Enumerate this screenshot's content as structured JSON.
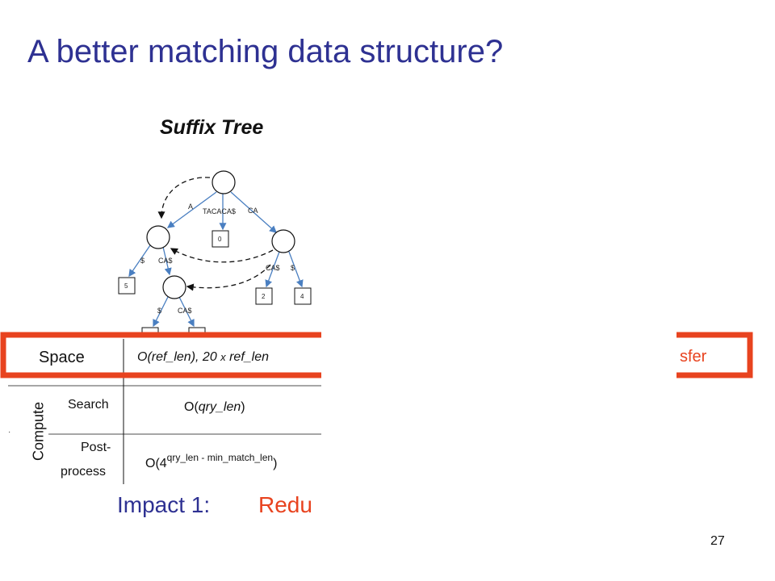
{
  "title": "A better matching data structure?",
  "subtitle": "Suffix Tree",
  "tree": {
    "edges": {
      "root_left": "A",
      "root_middle": "TACACA$",
      "root_right": "CA",
      "left_leaf": "$",
      "left_child": "CA$",
      "right_left": "CA$",
      "right_right": "$",
      "inner_left": "$",
      "inner_right": "CA$"
    },
    "leaves": {
      "middle": "0",
      "left": "5",
      "right_a": "2",
      "right_b": "4"
    }
  },
  "table": {
    "space_label": "Space",
    "space_value_prefix": "O(ref_len), 20 ",
    "space_value_x": "x",
    "space_value_suffix": " ref_len",
    "transfer_fragment": "sfer",
    "compute_label": "Compute",
    "search_label": "Search",
    "search_value_prefix": "O(",
    "search_value_var": "qry_len",
    "search_value_suffix": ")",
    "post_label_line1": "Post-",
    "post_label_line2": "process",
    "post_value_base": "O(4",
    "post_value_exp": "qry_len - min_match_len",
    "post_value_suffix": ")",
    "tiny_mark": "·"
  },
  "impact": {
    "prefix": "Impact 1:",
    "highlight": "Redu"
  },
  "page_number": "27",
  "colors": {
    "title": "#2e3192",
    "highlight_box": "#e8431f",
    "tree_edges": "#4a7fc1"
  }
}
